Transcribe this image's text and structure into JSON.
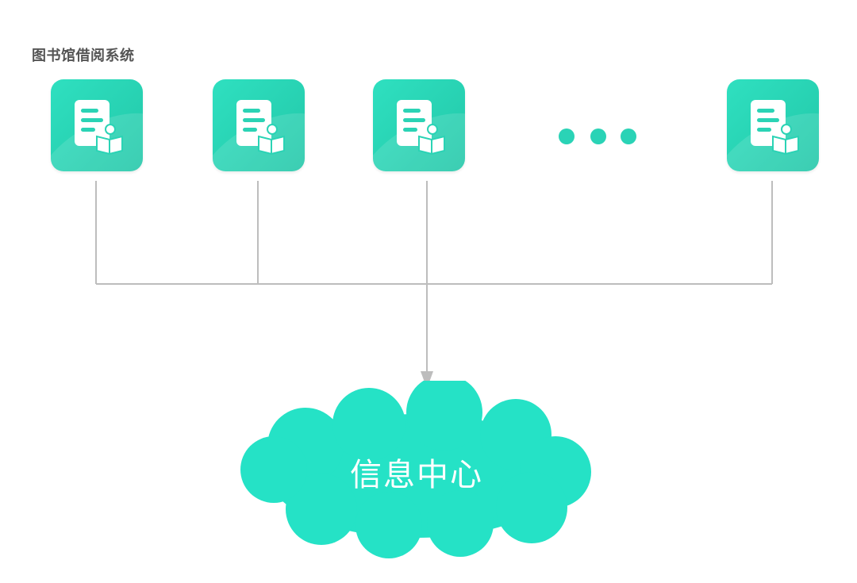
{
  "diagram": {
    "title": "图书馆借阅系统",
    "nodes": [
      {
        "icon": "library-book-icon"
      },
      {
        "icon": "library-book-icon"
      },
      {
        "icon": "library-book-icon"
      },
      {
        "icon": "library-book-icon"
      }
    ],
    "ellipsis_icon": "ellipsis-icon",
    "hub": {
      "label": "信息中心",
      "shape": "cloud"
    },
    "colors": {
      "accent": "#25e2c6",
      "icon_bg": "#22c7a8",
      "connector": "#bdbdbd",
      "title": "#555555"
    }
  }
}
